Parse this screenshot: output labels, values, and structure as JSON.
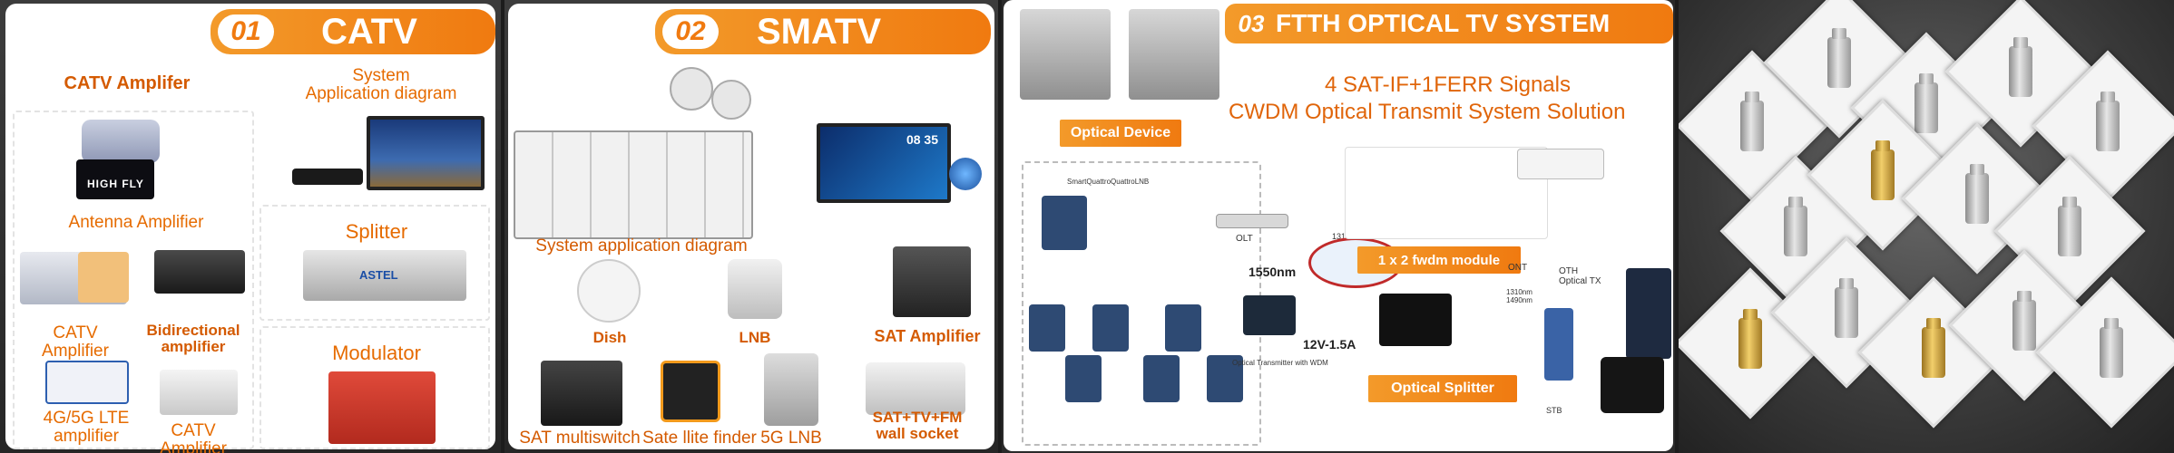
{
  "catv": {
    "number": "01",
    "title": "CATV",
    "catv_amplifier_title": "CATV Amplifer",
    "system_label": "System\nApplication diagram",
    "antenna_amplifier": "Antenna Amplifier",
    "catv_amplifier": "CATV\nAmplifier",
    "bidirectional_amplifier": "Bidirectional\namplifier",
    "lte_amplifier": "4G/5G LTE\namplifier",
    "catv_amplifier_bottom": "CATV\nAmplifier",
    "splitter": "Splitter",
    "modulator": "Modulator",
    "device_brand": "HIGH FLY",
    "splitter_brand": "ASTEL"
  },
  "smatv": {
    "number": "02",
    "title": "SMATV",
    "system_diagram": "System application diagram",
    "dish": "Dish",
    "lnb": "LNB",
    "sat_amplifier": "SAT Amplifier",
    "sat_multiswitch": "SAT multiswitch",
    "satellite_finder": "Sate llite finder",
    "lnb_5g": "5G LNB",
    "wall_socket": "SAT+TV+FM\nwall socket",
    "tv_time": "08 35"
  },
  "ftth": {
    "number": "03",
    "title": "FTTH OPTICAL TV SYSTEM",
    "subtitle_1": "4 SAT-IF+1FERR Signals",
    "subtitle_2": "CWDM Optical Transmit System Solution",
    "optical_device": "Optical Device",
    "fwdm_module": "1 x 2 fwdm module",
    "optical_splitter": "Optical Splitter",
    "olt": "OLT",
    "ont": "ONT",
    "oth_tx": "OTH\nOptical TX",
    "nm_1550": "1550nm",
    "power": "12V-1.5A",
    "transmitter_wdm": "Optical Transmitter with WDM",
    "stb": "STB",
    "wavelengths": "1310/1490nm",
    "wavelengths_2": "1310nm\n1490nm",
    "multiswitch_label": "SmartQuattroQuattroLNB"
  },
  "connectors": {
    "count": 14
  }
}
